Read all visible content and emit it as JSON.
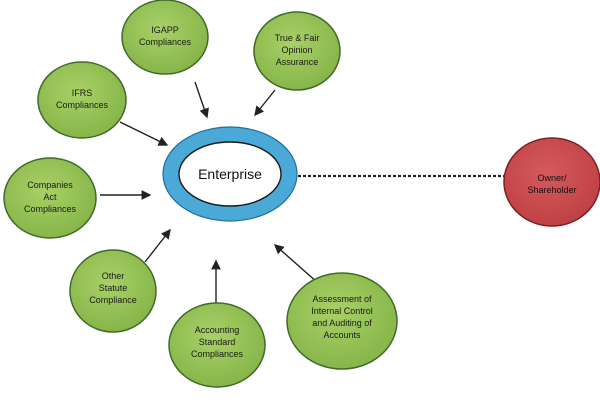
{
  "diagram": {
    "center": {
      "label": "Enterprise"
    },
    "owner": {
      "lines": [
        "Owner/",
        "Shareholder"
      ]
    },
    "nodes": [
      {
        "id": "igapp",
        "lines": [
          "IGAPP",
          "Compliances"
        ]
      },
      {
        "id": "true-fair",
        "lines": [
          "True & Fair",
          "Opinion",
          "Assurance"
        ]
      },
      {
        "id": "ifrs",
        "lines": [
          "IFRS",
          "Compliances"
        ]
      },
      {
        "id": "companies-act",
        "lines": [
          "Companies",
          "Act",
          "Compliances"
        ]
      },
      {
        "id": "other-statute",
        "lines": [
          "Other",
          "Statute",
          "Compliance"
        ]
      },
      {
        "id": "accounting-standard",
        "lines": [
          "Accounting",
          "Standard",
          "Compliances"
        ]
      },
      {
        "id": "internal-control",
        "lines": [
          "Assessment of",
          "Internal Control",
          "and Auditing of",
          "Accounts"
        ]
      }
    ],
    "colors": {
      "node_fill": "#92c050",
      "node_stroke": "#3f6b2a",
      "center_ring": "#4aa9d6",
      "center_ring_stroke": "#1f6f9a",
      "center_fill": "#ffffff",
      "owner_fill": "#c9474a",
      "owner_stroke": "#7a2225",
      "arrow": "#222222",
      "connector": "#222222"
    }
  }
}
